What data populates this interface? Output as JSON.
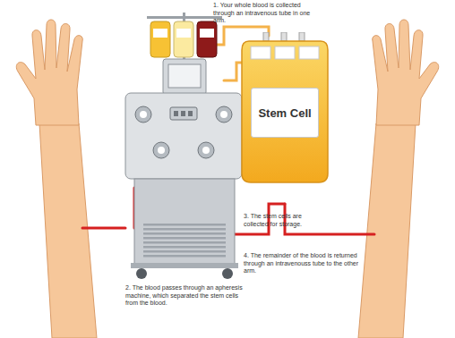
{
  "diagram": {
    "nodes": [
      {
        "text": [
          "Stem Cell"
        ]
      }
    ],
    "labels": [
      "1. Your whole blood is collected through an intravenous tube in one arm.",
      "2. The blood passes through an apheresis machine, which separated the stem cells from the blood.",
      "3. The stem cells are collected for storage.",
      "4. The remainder of the blood is returned through an intravenouss tube to the other arm."
    ]
  }
}
